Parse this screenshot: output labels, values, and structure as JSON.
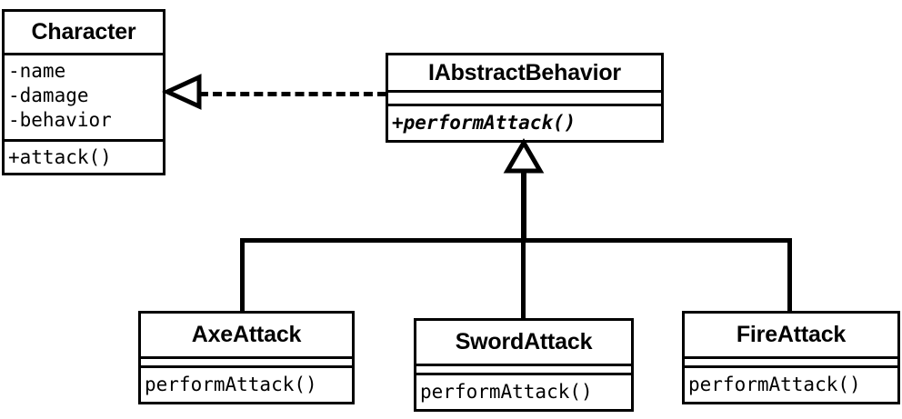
{
  "diagram": {
    "kind": "uml-class-diagram",
    "background_color": "#ffffff",
    "stroke_color": "#000000"
  },
  "classes": {
    "character": {
      "name": "Character",
      "attributes": [
        "-name",
        "-damage",
        "-behavior"
      ],
      "operations": [
        "+attack()"
      ]
    },
    "abstract_behavior": {
      "name": "IAbstractBehavior",
      "attributes": [],
      "operations": [
        "+performAttack()"
      ]
    },
    "axe_attack": {
      "name": "AxeAttack",
      "attributes": [],
      "operations": [
        "performAttack()"
      ]
    },
    "sword_attack": {
      "name": "SwordAttack",
      "attributes": [],
      "operations": [
        "performAttack()"
      ]
    },
    "fire_attack": {
      "name": "FireAttack",
      "attributes": [],
      "operations": [
        "performAttack()"
      ]
    }
  },
  "relationships": [
    {
      "id": "realization",
      "type": "realization",
      "style": "dashed-hollow-triangle",
      "from": "IAbstractBehavior",
      "to": "Character"
    },
    {
      "id": "generalization",
      "type": "generalization",
      "style": "solid-hollow-triangle",
      "from": [
        "AxeAttack",
        "SwordAttack",
        "FireAttack"
      ],
      "to": "IAbstractBehavior"
    }
  ]
}
